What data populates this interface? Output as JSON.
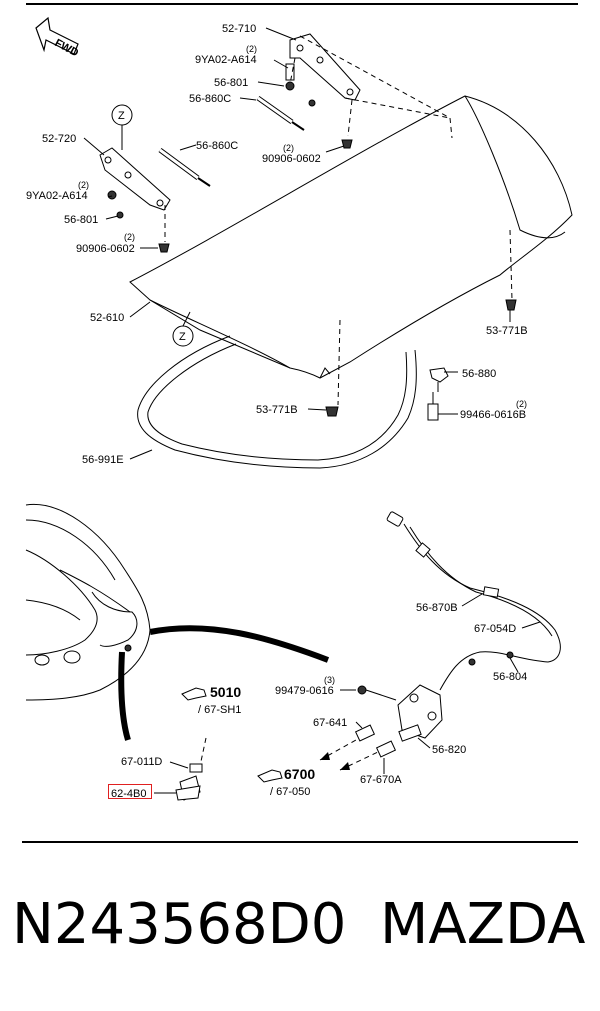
{
  "direction_label": "FWD",
  "upper_labels": {
    "l_52_710": "52-710",
    "l_9ya02_top_qty": "(2)",
    "l_9ya02_top": "9YA02-A614",
    "l_56_801_top": "56-801",
    "l_56_860c_top": "56-860C",
    "l_90906_top_qty": "(2)",
    "l_90906_top": "90906-0602",
    "l_z1": "Z",
    "l_52_720": "52-720",
    "l_56_860c_mid": "56-860C",
    "l_9ya02_mid_qty": "(2)",
    "l_9ya02_mid": "9YA02-A614",
    "l_56_801_mid": "56-801",
    "l_90906_mid_qty": "(2)",
    "l_90906_mid": "90906-0602",
    "l_52_610": "52-610",
    "l_z2": "Z",
    "l_53_771b_r": "53-771B",
    "l_56_880": "56-880",
    "l_99466_qty": "(2)",
    "l_99466": "99466-0616B",
    "l_53_771b_c": "53-771B",
    "l_56_991e": "56-991E"
  },
  "lower_labels": {
    "l_56_870b": "56-870B",
    "l_67_054d": "67-054D",
    "l_56_804": "56-804",
    "l_5010": "5010",
    "l_67_sh1": "/ 67-SH1",
    "l_99479_qty": "(3)",
    "l_99479": "99479-0616",
    "l_67_641": "67-641",
    "l_56_820": "56-820",
    "l_67_011d": "67-011D",
    "l_6700": "6700",
    "l_67_050": "/ 67-050",
    "l_67_670a": "67-670A",
    "l_62_4b0": "62-4B0"
  },
  "highlight_color": "#e02020",
  "part_number": "N243568D0",
  "brand": "MAZDA"
}
